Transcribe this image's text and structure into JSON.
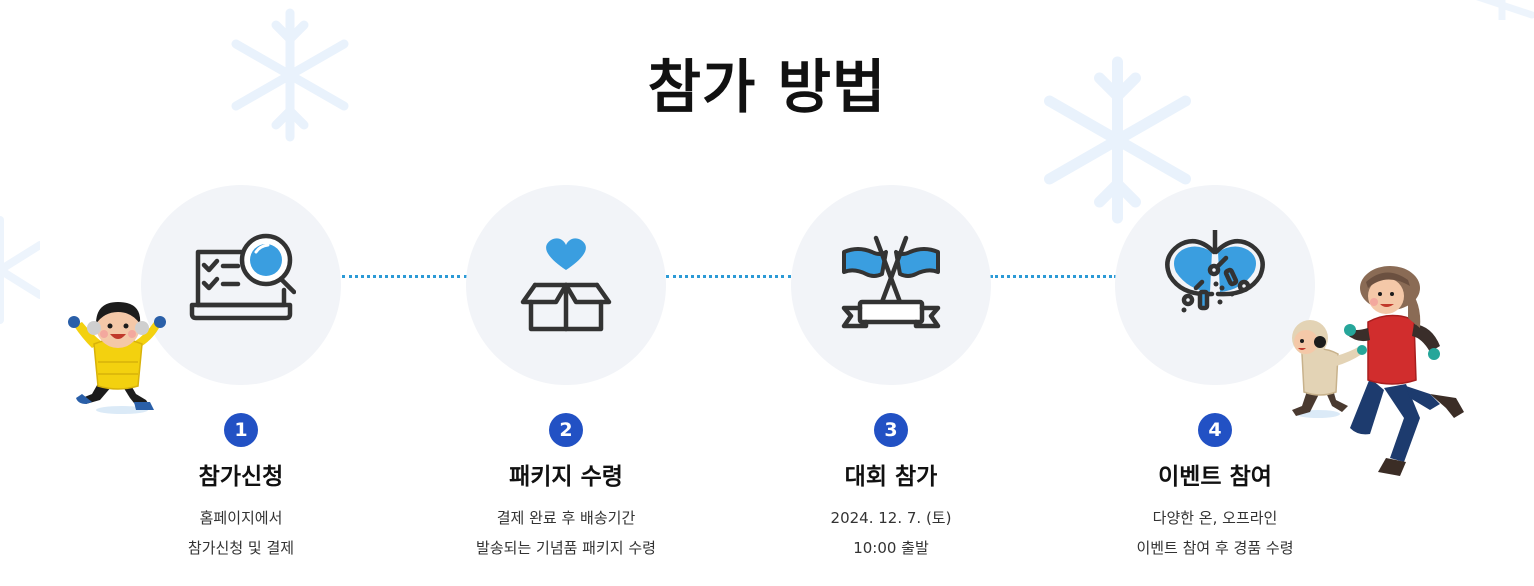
{
  "title": "참가 방법",
  "colors": {
    "accent": "#2251c4",
    "icon_blue": "#3a9ee0",
    "circle_bg": "#f2f4f8",
    "dots": "#2b9ad6"
  },
  "steps": [
    {
      "number": "1",
      "title": "참가신청",
      "desc": [
        "홈페이지에서",
        "참가신청 및 결제"
      ],
      "icon": "laptop-search-icon"
    },
    {
      "number": "2",
      "title": "패키지 수령",
      "desc": [
        "결제 완료 후 배송기간",
        "발송되는 기념품 패키지 수령"
      ],
      "icon": "gift-box-heart-icon"
    },
    {
      "number": "3",
      "title": "대회 참가",
      "desc": [
        "2024. 12. 7. (토)",
        "10:00 출발"
      ],
      "icon": "finish-flags-icon"
    },
    {
      "number": "4",
      "title": "이벤트 참여",
      "desc": [
        "다양한 온, 오프라인",
        "이벤트 참여 후 경품 수령"
      ],
      "icon": "lucky-pouch-icon"
    }
  ]
}
